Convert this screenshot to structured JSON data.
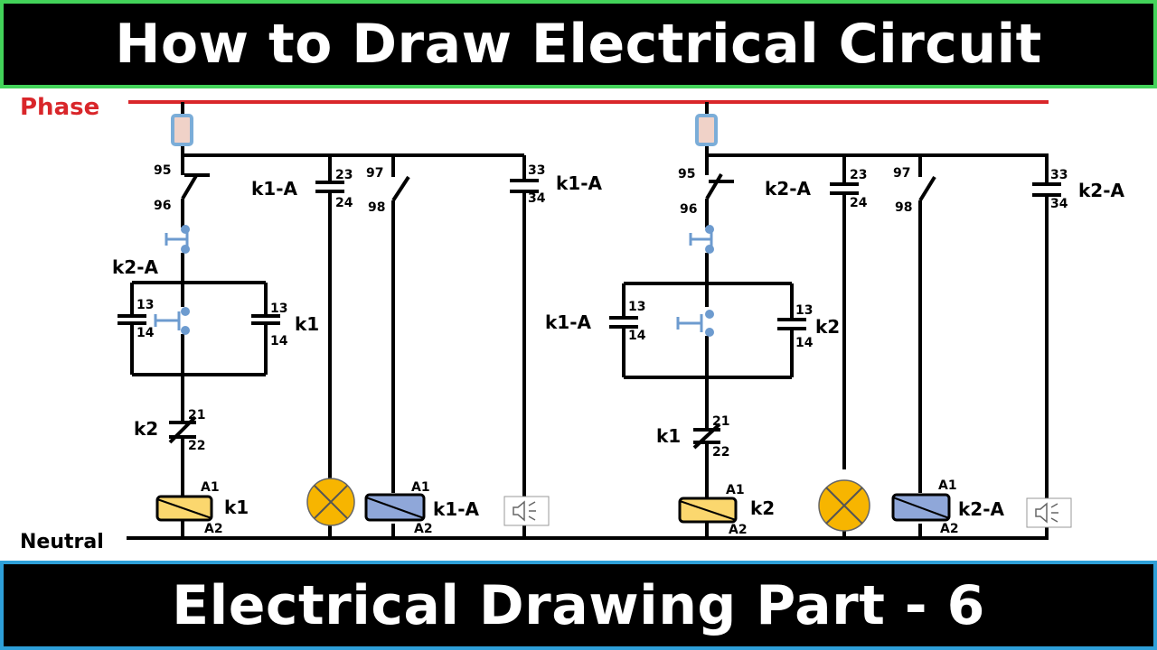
{
  "header": {
    "title": "How to Draw Electrical Circuit"
  },
  "footer": {
    "title": "Electrical Drawing Part - 6"
  },
  "rails": {
    "phase": "Phase",
    "neutral": "Neutral"
  },
  "colors": {
    "phase_line": "#d9262a",
    "phase_label": "#d9262a",
    "coil_main": "#fbd76e",
    "coil_aux": "#8fa7d9",
    "lamp": "#f7b500",
    "fuse": "#7badd8",
    "pushbutton": "#6d9bcf",
    "header_border": "#43d35a",
    "footer_border": "#2e9fd8"
  },
  "circuits": [
    {
      "thermal_contact": {
        "top": "95",
        "bottom": "96"
      },
      "stop_label": "k2-A",
      "hold_left": {
        "label": "",
        "top": "13",
        "bottom": "14"
      },
      "hold_right": {
        "label": "k1",
        "top": "13",
        "bottom": "14"
      },
      "interlock": {
        "label": "k2",
        "top": "21",
        "bottom": "22"
      },
      "coil": {
        "label": "k1",
        "top": "A1",
        "bottom": "A2"
      },
      "lamp_contact": {
        "label": "k1-A",
        "top": "23",
        "bottom": "24"
      },
      "aux_contact": {
        "top": "97",
        "bottom": "98"
      },
      "aux_coil": {
        "label": "k1-A",
        "top": "A1",
        "bottom": "A2"
      },
      "horn_contact": {
        "label": "k1-A",
        "top": "33",
        "bottom": "34"
      },
      "horn_icon": "speaker-icon"
    },
    {
      "thermal_contact": {
        "top": "95",
        "bottom": "96"
      },
      "stop_label": "",
      "hold_left": {
        "label": "k1-A",
        "top": "13",
        "bottom": "14"
      },
      "hold_right": {
        "label": "k2",
        "top": "13",
        "bottom": "14"
      },
      "interlock": {
        "label": "k1",
        "top": "21",
        "bottom": "22"
      },
      "coil": {
        "label": "k2",
        "top": "A1",
        "bottom": "A2"
      },
      "lamp_contact": {
        "label": "k2-A",
        "top": "23",
        "bottom": "24"
      },
      "aux_contact": {
        "top": "97",
        "bottom": "98"
      },
      "aux_coil": {
        "label": "k2-A",
        "top": "A1",
        "bottom": "A2"
      },
      "horn_contact": {
        "label": "k2-A",
        "top": "33",
        "bottom": "34"
      },
      "horn_icon": "speaker-icon"
    }
  ]
}
